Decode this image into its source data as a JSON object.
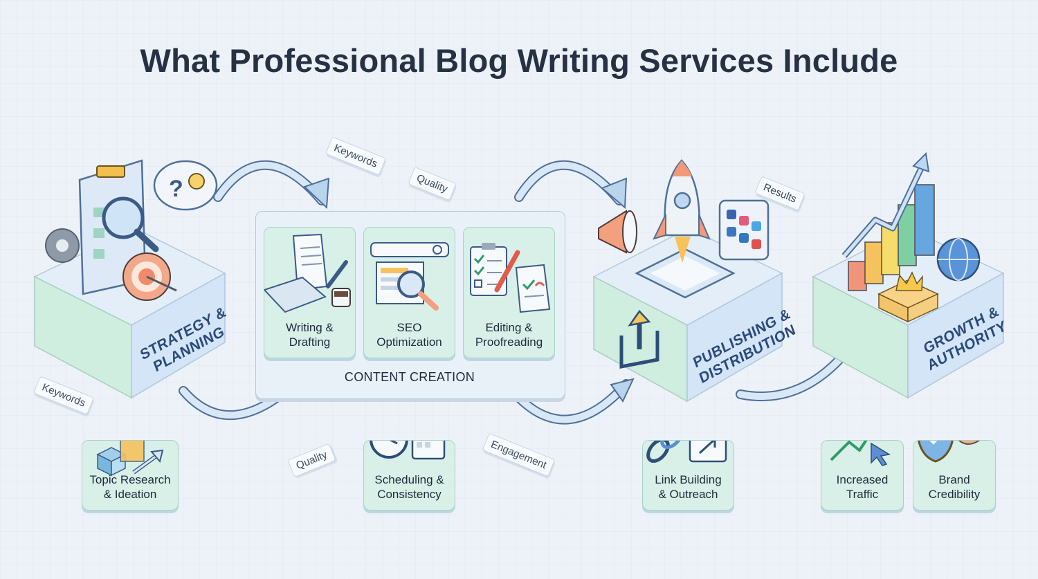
{
  "title": "What Professional Blog Writing Services Include",
  "stages": {
    "strategy": "Strategy &\nPlanning",
    "content_creation": "Content Creation",
    "publishing": "Publishing &\nDistribution",
    "growth": "Growth &\nAuthority"
  },
  "content_creation_cards": [
    {
      "label": "Writing &\nDrafting",
      "icon": "document-keyboard-icon"
    },
    {
      "label": "SEO\nOptimization",
      "icon": "search-page-icon"
    },
    {
      "label": "Editing &\nProofreading",
      "icon": "checklist-pen-icon"
    }
  ],
  "bottom_cards": [
    {
      "label": "Topic Research\n& Ideation",
      "icon": "blocks-arrow-icon"
    },
    {
      "label": "Scheduling &\nConsistency",
      "icon": "clock-calendar-icon"
    },
    {
      "label": "Link Building\n& Outreach",
      "icon": "link-window-icon"
    },
    {
      "label": "Increased\nTraffic",
      "icon": "trend-cursor-icon"
    },
    {
      "label": "Brand\nCredibility",
      "icon": "shield-handshake-icon"
    }
  ],
  "floating_tags": [
    {
      "text": "Keywords"
    },
    {
      "text": "Quality"
    },
    {
      "text": "Results"
    },
    {
      "text": "Keywords"
    },
    {
      "text": "Quality"
    },
    {
      "text": "Engagement"
    }
  ],
  "colors": {
    "box_top": "#e3edf8",
    "box_left": "#cdeedd",
    "box_right": "#d3e5f6",
    "arrow": "#cfe3f5",
    "card": "#d8f0e8",
    "label": "#2b4a7a"
  }
}
